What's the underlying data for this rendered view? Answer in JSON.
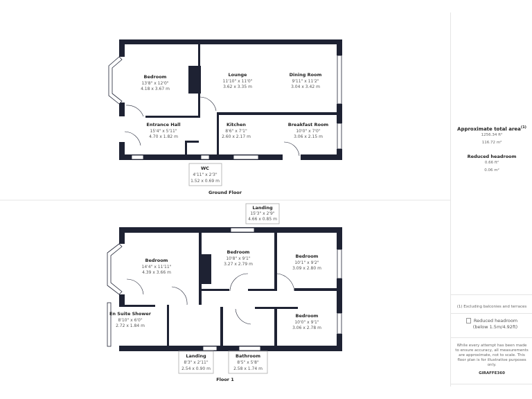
{
  "ground_floor": {
    "title": "Ground Floor",
    "rooms": [
      {
        "name": "Bedroom",
        "imperial": "13'8\" x 12'0\"",
        "metric": "4.18 x 3.67 m"
      },
      {
        "name": "Lounge",
        "imperial": "11'10\" x 11'0\"",
        "metric": "3.62 x 3.35 m"
      },
      {
        "name": "Dining Room",
        "imperial": "9'11\" x 11'2\"",
        "metric": "3.04 x 3.42 m"
      },
      {
        "name": "Entrance Hall",
        "imperial": "15'4\" x 5'11\"",
        "metric": "4.70 x 1.82 m"
      },
      {
        "name": "Kitchen",
        "imperial": "8'6\" x 7'1\"",
        "metric": "2.60 x 2.17 m"
      },
      {
        "name": "Breakfast Room",
        "imperial": "10'0\" x 7'0\"",
        "metric": "3.06 x 2.15 m"
      },
      {
        "name": "WC",
        "imperial": "4'11\" x 2'3\"",
        "metric": "1.52 x 0.69 m"
      }
    ]
  },
  "floor_1": {
    "title": "Floor 1",
    "rooms": [
      {
        "name": "Landing",
        "imperial": "15'3\" x 2'9\"",
        "metric": "4.66 x 0.85 m"
      },
      {
        "name": "Bedroom",
        "imperial": "14'4\" x 11'11\"",
        "metric": "4.39 x 3.66 m"
      },
      {
        "name": "Bedroom",
        "imperial": "10'8\" x 9'1\"",
        "metric": "3.27 x 2.79 m"
      },
      {
        "name": "Bedroom",
        "imperial": "10'1\" x 9'2\"",
        "metric": "3.09 x 2.80 m"
      },
      {
        "name": "En Suite Shower",
        "imperial": "8'10\" x 6'0\"",
        "metric": "2.72 x 1.84 m"
      },
      {
        "name": "Bedroom",
        "imperial": "10'0\" x 9'1\"",
        "metric": "3.06 x 2.78 m"
      },
      {
        "name": "Landing",
        "imperial": "8'3\" x 2'11\"",
        "metric": "2.54 x 0.90 m"
      },
      {
        "name": "Bathroom",
        "imperial": "8'5\" x 5'8\"",
        "metric": "2.58 x 1.74 m"
      }
    ]
  },
  "summary": {
    "total_title": "Approximate total area",
    "total_sup": "(1)",
    "total_ft": "1256.34 ft²",
    "total_m": "116.72 m²",
    "reduced_title": "Reduced headroom",
    "reduced_ft": "0.66 ft²",
    "reduced_m": "0.06 m²",
    "footnote": "(1) Excluding balconies and terraces",
    "legend_line1": "Reduced headroom",
    "legend_line2": "(below 1.5m/4.92ft)",
    "disclaimer": "While every attempt has been made to ensure accuracy, all measurements are approximate, not to scale. This floor plan is for illustrative purposes only.",
    "brand": "GIRAFFE360"
  },
  "colors": {
    "wall": "#1e2233"
  }
}
